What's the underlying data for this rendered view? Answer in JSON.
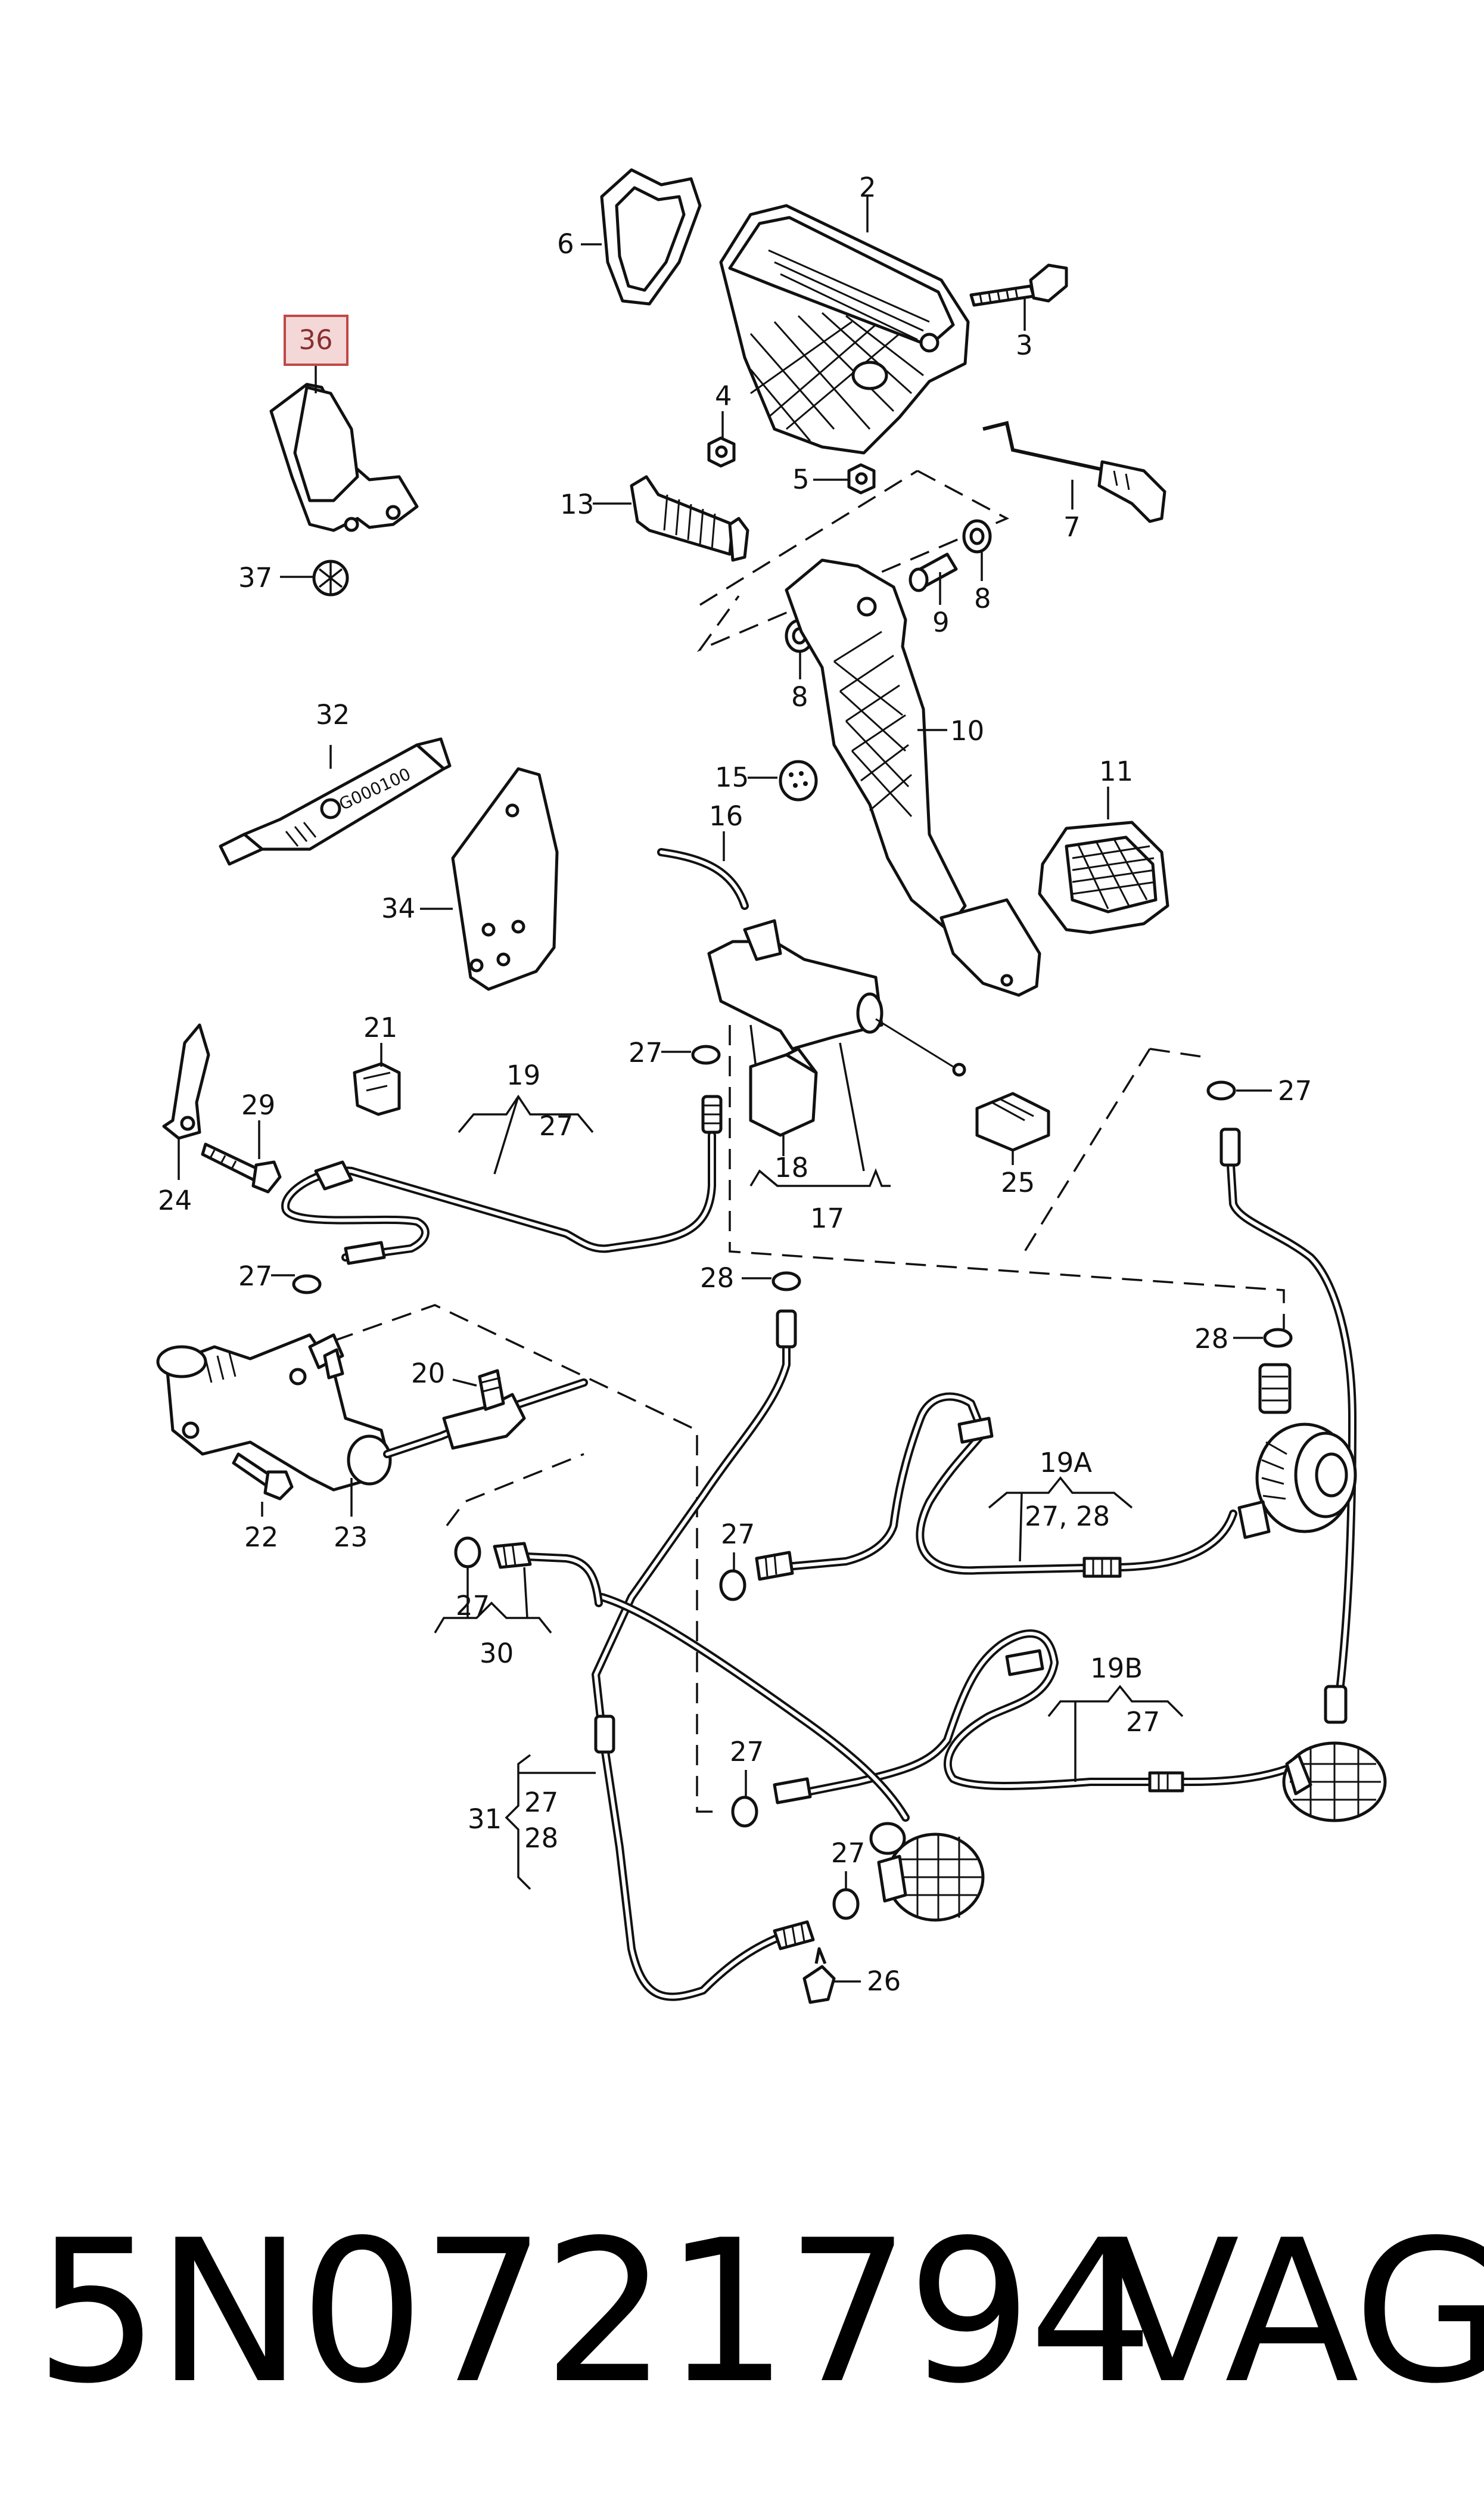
{
  "highlighted_callout": "36",
  "callouts": {
    "c2": "2",
    "c3": "3",
    "c4": "4",
    "c5": "5",
    "c6": "6",
    "c7": "7",
    "c8a": "8",
    "c8b": "8",
    "c9": "9",
    "c10": "10",
    "c11": "11",
    "c13": "13",
    "c15": "15",
    "c16": "16",
    "c17": "17",
    "c18": "18",
    "c19": "19",
    "c19_sub": "27",
    "c19A": "19A",
    "c19A_sub": "27, 28",
    "c19B": "19B",
    "c19B_sub": "27",
    "c20": "20",
    "c21": "21",
    "c22": "22",
    "c23": "23",
    "c24": "24",
    "c25": "25",
    "c26": "26",
    "c27a": "27",
    "c27b": "27",
    "c27c": "27",
    "c27d": "27",
    "c27e": "27",
    "c27f": "27",
    "c28a": "28",
    "c28b": "28",
    "c29": "29",
    "c30": "30",
    "c30_sub": "27",
    "c31": "31",
    "c31_sub1": "27",
    "c31_sub2": "28",
    "c32": "32",
    "c34": "34",
    "c37": "37"
  },
  "tube_label": "G000100",
  "footer": {
    "part_number": "5N0721794",
    "brand": "VAG"
  }
}
